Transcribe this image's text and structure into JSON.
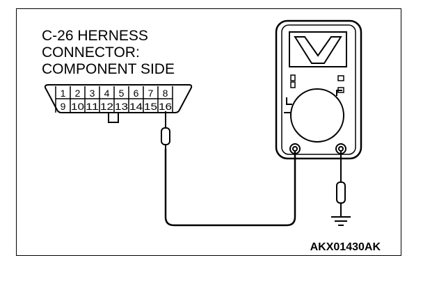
{
  "connector_label": {
    "line1": "C-26 HERNESS",
    "line2": "CONNECTOR:",
    "line3": "COMPONENT SIDE"
  },
  "connector_pins": {
    "top_row": [
      "1",
      "2",
      "3",
      "4",
      "5",
      "6",
      "7",
      "8"
    ],
    "bottom_row": [
      "9",
      "10",
      "11",
      "12",
      "13",
      "14",
      "15",
      "16"
    ]
  },
  "figure_code": "AKX01430AK",
  "meter": {
    "mode_icon": "voltage-v-icon"
  },
  "icons": {
    "probe": "test-probe-icon",
    "ground": "ground-symbol-icon"
  },
  "colors": {
    "line": "#000000",
    "background": "#ffffff"
  }
}
